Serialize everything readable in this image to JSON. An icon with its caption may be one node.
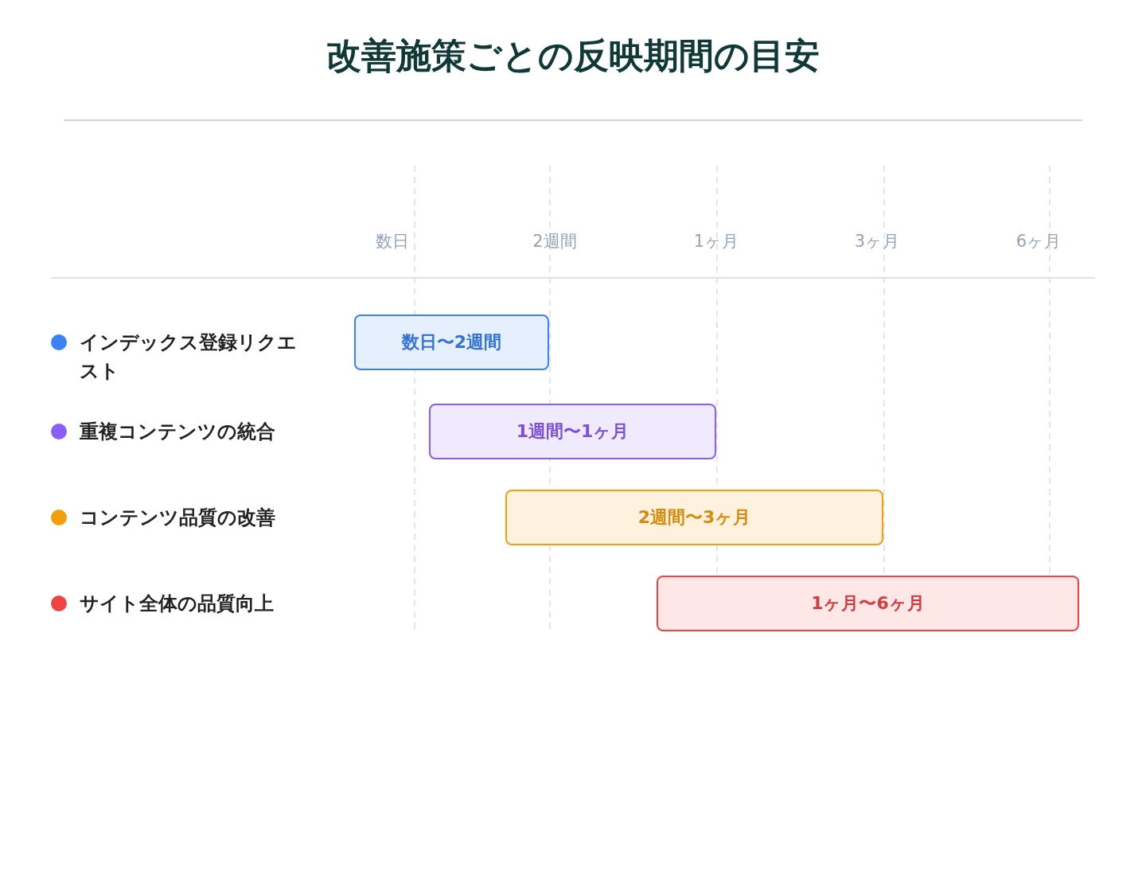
{
  "diagram": {
    "title": "改善施策ごとの反映期間の目安",
    "nodes": [
      {
        "text": [
          "数日〜2週間"
        ]
      },
      {
        "text": [
          "1週間〜1ヶ月"
        ]
      },
      {
        "text": [
          "2週間〜3ヶ月"
        ]
      },
      {
        "text": [
          "1ヶ月〜6ヶ月"
        ]
      }
    ],
    "labels": [
      "数日",
      "2週間",
      "1ヶ月",
      "3ヶ月",
      "6ヶ月"
    ],
    "legend": [
      {
        "text": "インデックス登録リクエスト",
        "color": "#3b82f6"
      },
      {
        "text": "重複コンテンツの統合",
        "color": "#8b5cf6"
      },
      {
        "text": "コンテンツ品質の改善",
        "color": "#f59e0b"
      },
      {
        "text": "サイト全体の品質向上",
        "color": "#ef4444"
      }
    ]
  }
}
